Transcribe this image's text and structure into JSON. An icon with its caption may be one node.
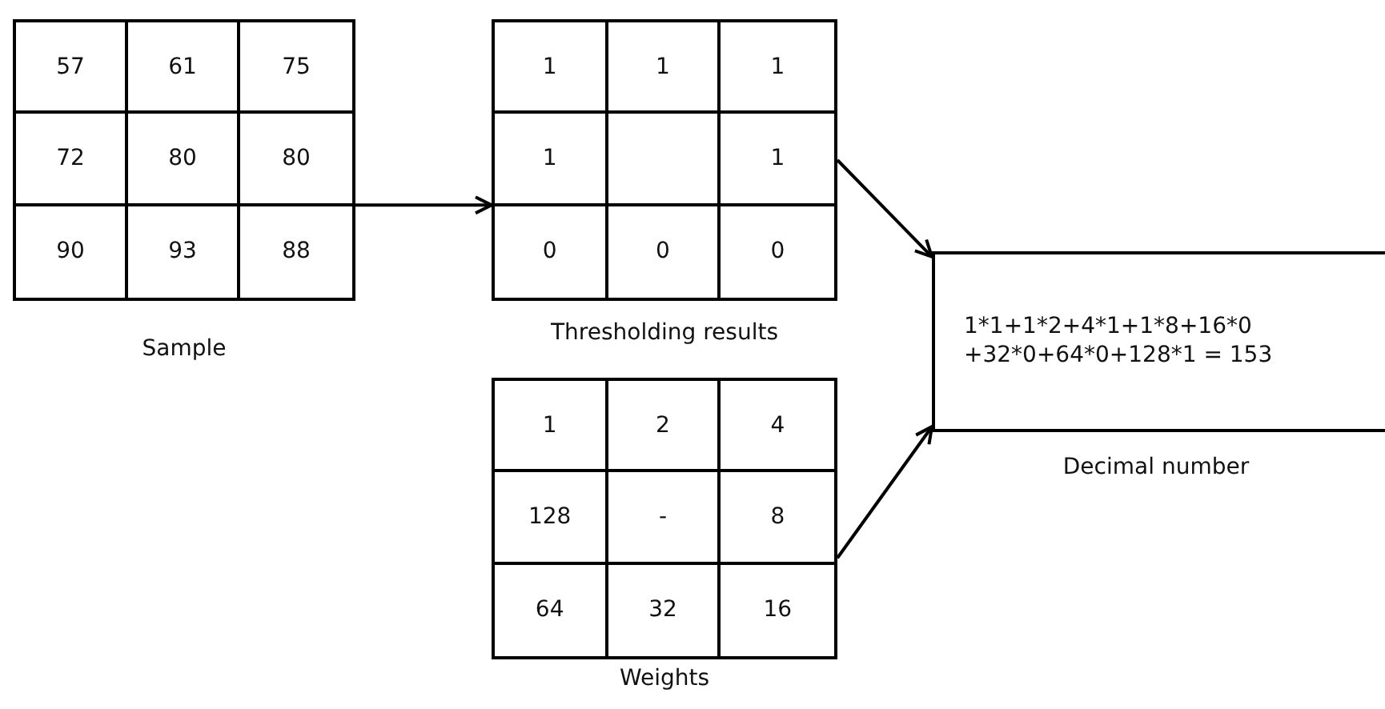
{
  "diagram": {
    "nodes": [
      {
        "text": [
          "Sample"
        ]
      },
      {
        "text": [
          "57"
        ],
        "in": 0
      },
      {
        "text": [
          "61"
        ],
        "in": 0
      },
      {
        "text": [
          "75"
        ],
        "in": 0
      },
      {
        "text": [
          "72"
        ],
        "in": 0
      },
      {
        "text": [
          "80"
        ],
        "in": 0
      },
      {
        "text": [
          "80"
        ],
        "in": 0
      },
      {
        "text": [
          "90"
        ],
        "in": 0
      },
      {
        "text": [
          "93"
        ],
        "in": 0
      },
      {
        "text": [
          "88"
        ],
        "in": 0
      },
      {
        "text": [
          "Thresholding results"
        ]
      },
      {
        "text": [
          "1"
        ],
        "in": 10
      },
      {
        "text": [
          "1"
        ],
        "in": 10
      },
      {
        "text": [
          "1"
        ],
        "in": 10
      },
      {
        "text": [
          "1"
        ],
        "in": 10
      },
      {
        "text": [],
        "shape": "box",
        "in": 10
      },
      {
        "text": [
          "1"
        ],
        "in": 10
      },
      {
        "text": [
          "0"
        ],
        "in": 10
      },
      {
        "text": [
          "0"
        ],
        "in": 10
      },
      {
        "text": [
          "0"
        ],
        "in": 10
      },
      {
        "text": [
          "Weights"
        ]
      },
      {
        "text": [
          "1"
        ],
        "in": 20
      },
      {
        "text": [
          "2"
        ],
        "in": 20
      },
      {
        "text": [
          "4"
        ],
        "in": 20
      },
      {
        "text": [
          "128"
        ],
        "in": 20
      },
      {
        "text": [
          "-"
        ],
        "in": 20
      },
      {
        "text": [
          "8"
        ],
        "in": 20
      },
      {
        "text": [
          "64"
        ],
        "in": 20
      },
      {
        "text": [
          "32"
        ],
        "in": 20
      },
      {
        "text": [
          "16"
        ],
        "in": 20
      },
      {
        "text": [
          "1*1+1*2+4*1+1*8+16*0 +32*0+64*0+128*1 = 153",
          "Decimal number"
        ]
      }
    ],
    "edges": [
      {
        "from": 0,
        "to": 10,
        "arrow": "to"
      },
      {
        "from": 10,
        "to": 30,
        "arrow": "to"
      },
      {
        "from": 20,
        "to": 30,
        "arrow": "to"
      }
    ]
  }
}
